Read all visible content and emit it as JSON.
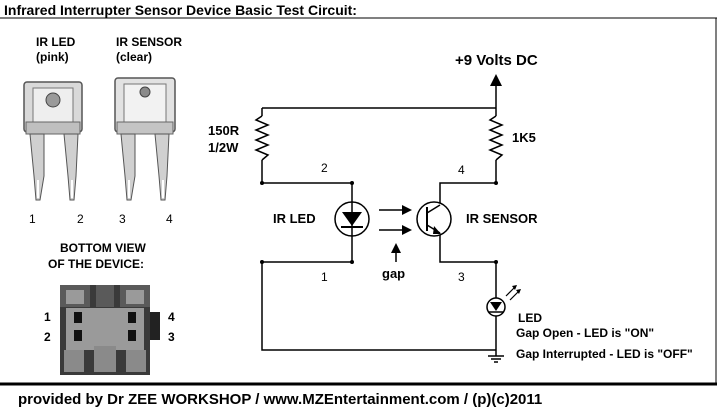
{
  "title": "Infrared Interrupter Sensor Device Basic Test Circuit:",
  "left_panel": {
    "ir_led_label": "IR LED",
    "ir_led_color": "(pink)",
    "ir_sensor_label": "IR SENSOR",
    "ir_sensor_color": "(clear)",
    "pin_numbers": [
      "1",
      "2",
      "3",
      "4"
    ],
    "bottom_view_line1": "BOTTOM VIEW",
    "bottom_view_line2": "OF THE DEVICE:",
    "bottom_pins_left": [
      "1",
      "2"
    ],
    "bottom_pins_right": [
      "4",
      "3"
    ]
  },
  "circuit": {
    "supply": "+9 Volts DC",
    "resistor1_value": "150R",
    "resistor1_power": "1/2W",
    "resistor2_value": "1K5",
    "node_pins": [
      "2",
      "4",
      "1",
      "3"
    ],
    "ir_led_label": "IR LED",
    "ir_sensor_label": "IR SENSOR",
    "gap_label": "gap",
    "led_label": "LED",
    "gap_open_text": "Gap Open - LED is \"ON\"",
    "gap_interrupted_text": "Gap Interrupted - LED is \"OFF\""
  },
  "footer": "provided by Dr ZEE WORKSHOP / www.MZEntertainment.com / (p)(c)2011",
  "colors": {
    "ink": "#000000",
    "background": "#ffffff"
  }
}
